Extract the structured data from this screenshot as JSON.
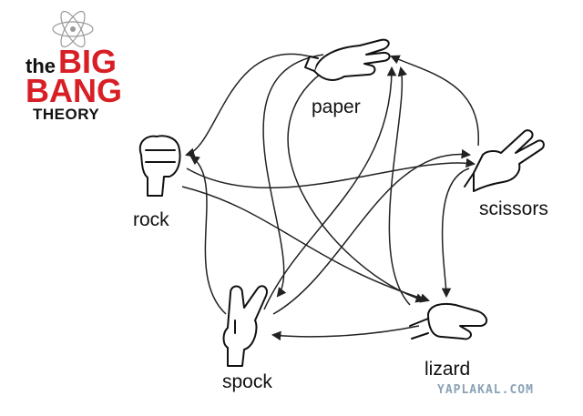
{
  "logo": {
    "line1": "the",
    "line2": "BIG",
    "line3": "BANG",
    "line4": "THEORY"
  },
  "nodes": {
    "paper": "paper",
    "scissors": "scissors",
    "rock": "rock",
    "spock": "spock",
    "lizard": "lizard"
  },
  "watermark": "YAPLAKAL.COM",
  "colors": {
    "logo_red": "#d81f26",
    "ink": "#111111",
    "watermark": "#8aa2b7"
  }
}
